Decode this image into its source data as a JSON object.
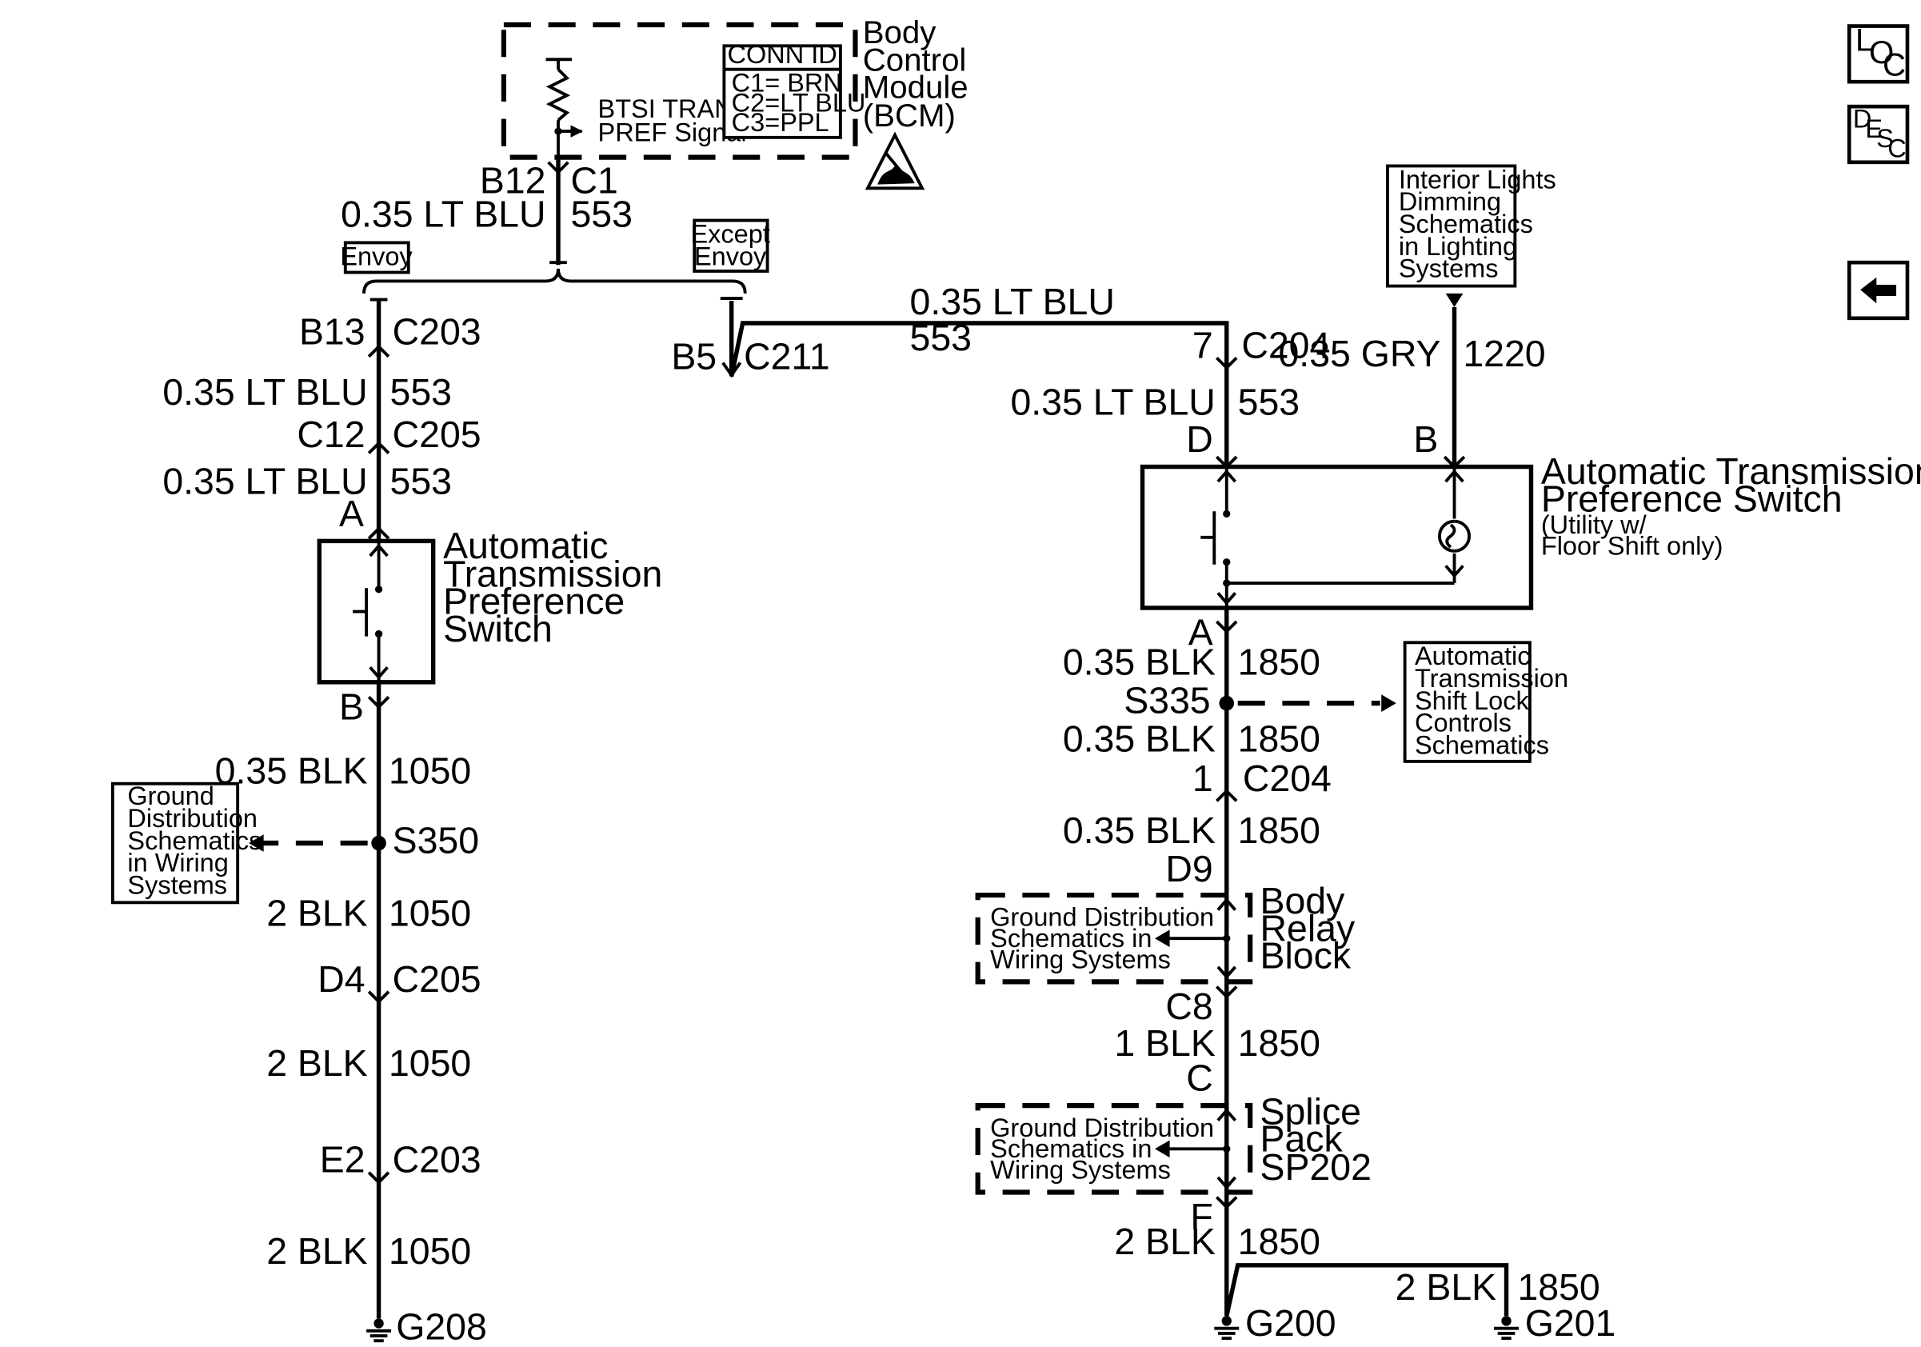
{
  "bcm": {
    "title_lines": [
      "Body",
      "Control",
      "Module",
      "(BCM)"
    ],
    "signal_lines": [
      "BTSI TRANS",
      "PREF Signal"
    ],
    "conn_id": {
      "header": "CONN ID",
      "rows": [
        "C1= BRN",
        "C2=LT BLU",
        "C3=PPL"
      ]
    }
  },
  "pins": {
    "bcm_pin": "B12",
    "bcm_conn": "C1",
    "left_c203_pin": "B13",
    "left_c203": "C203",
    "c12": "C12",
    "c205": "C205",
    "sw_left_a": "A",
    "sw_left_b": "B",
    "d4": "D4",
    "c205_lower": "C205",
    "e2": "E2",
    "c203_lower": "C203",
    "b5": "B5",
    "c211": "C211",
    "c204_pin": "7",
    "c204": "C204",
    "sw_right_d": "D",
    "sw_right_b": "B",
    "sw_right_a": "A",
    "c204_lower_pin": "1",
    "c204_lower": "C204",
    "d9": "D9",
    "c8": "C8",
    "c": "C",
    "f": "F"
  },
  "wires": {
    "bcm_out_gauge": "0.35 LT BLU",
    "bcm_out_circuit": "553",
    "left_seg1_gauge": "0.35 LT BLU",
    "left_seg1_circuit": "553",
    "left_seg2_gauge": "0.35 LT BLU",
    "left_seg2_circuit": "553",
    "left_blk1_gauge": "0.35 BLK",
    "left_blk1_circuit": "1050",
    "left_blk2_gauge": "2 BLK",
    "left_blk2_circuit": "1050",
    "left_blk3_gauge": "2 BLK",
    "left_blk3_circuit": "1050",
    "left_blk4_gauge": "2 BLK",
    "left_blk4_circuit": "1050",
    "cross_gauge": "0.35 LT BLU",
    "cross_circuit": "553",
    "right_in_gauge": "0.35 LT BLU",
    "right_in_circuit": "553",
    "gry_gauge": "0.35 GRY",
    "gry_circuit": "1220",
    "right_blk1_gauge": "0.35 BLK",
    "right_blk1_circuit": "1850",
    "right_blk2_gauge": "0.35 BLK",
    "right_blk2_circuit": "1850",
    "right_blk3_gauge": "0.35 BLK",
    "right_blk3_circuit": "1850",
    "right_blk4_gauge": "1 BLK",
    "right_blk4_circuit": "1850",
    "right_blk5_gauge": "2 BLK",
    "right_blk5_circuit": "1850",
    "g201_gauge": "2 BLK",
    "g201_circuit": "1850"
  },
  "options": {
    "envoy": "Envoy",
    "except_envoy_lines": [
      "Except",
      "Envoy"
    ]
  },
  "components": {
    "left_switch_lines": [
      "Automatic",
      "Transmission",
      "Preference",
      "Switch"
    ],
    "right_switch_lines": [
      "Automatic Transmission",
      "Preference Switch"
    ],
    "right_switch_note_lines": [
      "(Utility w/",
      "Floor Shift only)"
    ],
    "relay_block_lines": [
      "Body",
      "Relay",
      "Block"
    ],
    "splice_pack_lines": [
      "Splice",
      "Pack",
      "SP202"
    ]
  },
  "splices": {
    "s350": "S350",
    "s335": "S335"
  },
  "grounds": {
    "g208": "G208",
    "g200": "G200",
    "g201": "G201"
  },
  "refs": {
    "ground_dist_left_lines": [
      "Ground",
      "Distribution",
      "Schematics",
      "in Wiring",
      "Systems"
    ],
    "interior_lights_lines": [
      "Interior Lights",
      "Dimming",
      "Schematics",
      "in Lighting",
      "Systems"
    ],
    "shift_lock_lines": [
      "Automatic",
      "Transmission",
      "Shift Lock",
      "Controls",
      "Schematics"
    ],
    "relay_ground_ref_lines": [
      "Ground Distribution",
      "Schematics in",
      "Wiring Systems"
    ],
    "splice_ground_ref_lines": [
      "Ground Distribution",
      "Schematics in",
      "Wiring Systems"
    ]
  },
  "nav": {
    "loc": [
      "L",
      "O",
      "C"
    ],
    "desc": [
      "D",
      "E",
      "S",
      "C"
    ]
  }
}
